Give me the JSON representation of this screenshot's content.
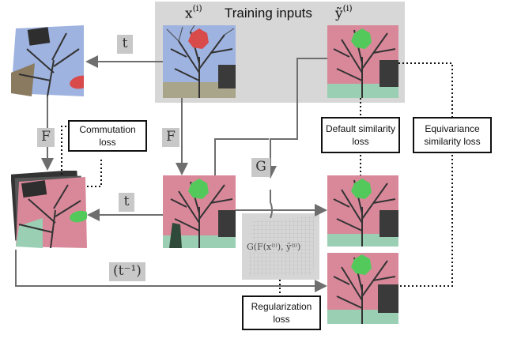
{
  "panel": {
    "title": "Training inputs"
  },
  "symbols": {
    "x_input": "x",
    "x_input_sup": "(i)",
    "y_input": "ỹ",
    "y_input_sup": "(i)"
  },
  "ops": {
    "t_top": "t",
    "t_mid": "t",
    "F_left": "F",
    "F_center": "F",
    "G": "G",
    "t_inverse": "(t⁻¹)",
    "G_output": "G(F(x⁽ⁱ⁾), ỹ⁽ⁱ⁾)"
  },
  "losses": {
    "commutation": "Commutation loss",
    "default_similarity": "Default similarity loss",
    "equivariance_similarity": "Equivariance similarity loss",
    "regularization": "Regularization loss"
  },
  "colors": {
    "panel": "#d7d7d7",
    "tag": "#c8c8c8",
    "arrow": "#6e6e6e",
    "sky": "#9fb3e0",
    "pink": "#d9889a",
    "sign_red": "#d94a4a",
    "sign_green": "#53c95c"
  }
}
